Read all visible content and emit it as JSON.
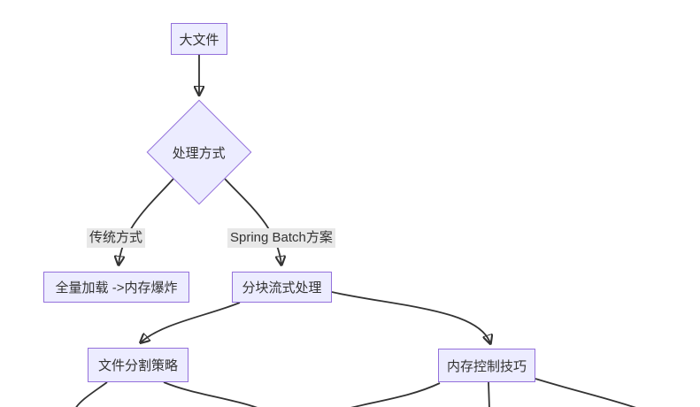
{
  "diagram": {
    "type": "flowchart",
    "direction": "top-down",
    "background": "#ffffff",
    "colors": {
      "node_fill": "#ECECFF",
      "node_border": "#9370DB",
      "edge_line": "#333333",
      "edge_label_bg": "#e8e8e8",
      "text": "#333333"
    },
    "nodes": [
      {
        "id": "big-file",
        "shape": "rectangle",
        "label": "大文件"
      },
      {
        "id": "decision",
        "shape": "diamond",
        "label": "处理方式"
      },
      {
        "id": "full-load",
        "shape": "rectangle",
        "label": "全量加载 ->内存爆炸"
      },
      {
        "id": "chunk-stream",
        "shape": "rectangle",
        "label": "分块流式处理"
      },
      {
        "id": "file-split",
        "shape": "rectangle",
        "label": "文件分割策略"
      },
      {
        "id": "memory-control",
        "shape": "rectangle",
        "label": "内存控制技巧"
      }
    ],
    "edges": [
      {
        "from": "big-file",
        "to": "decision",
        "label": "",
        "arrow": true,
        "cut_off": false
      },
      {
        "from": "decision",
        "to": "full-load",
        "label": "传统方式",
        "arrow": true,
        "cut_off": false
      },
      {
        "from": "decision",
        "to": "chunk-stream",
        "label": "Spring Batch方案",
        "arrow": true,
        "cut_off": false
      },
      {
        "from": "chunk-stream",
        "to": "file-split",
        "label": "",
        "arrow": true,
        "cut_off": false
      },
      {
        "from": "chunk-stream",
        "to": "memory-control",
        "label": "",
        "arrow": true,
        "cut_off": false
      },
      {
        "from": "file-split",
        "to": "",
        "label": "",
        "arrow": false,
        "cut_off": true
      },
      {
        "from": "file-split",
        "to": "",
        "label": "",
        "arrow": false,
        "cut_off": true
      },
      {
        "from": "memory-control",
        "to": "",
        "label": "",
        "arrow": false,
        "cut_off": true
      },
      {
        "from": "memory-control",
        "to": "",
        "label": "",
        "arrow": false,
        "cut_off": true
      },
      {
        "from": "memory-control",
        "to": "",
        "label": "",
        "arrow": false,
        "cut_off": true
      }
    ]
  }
}
